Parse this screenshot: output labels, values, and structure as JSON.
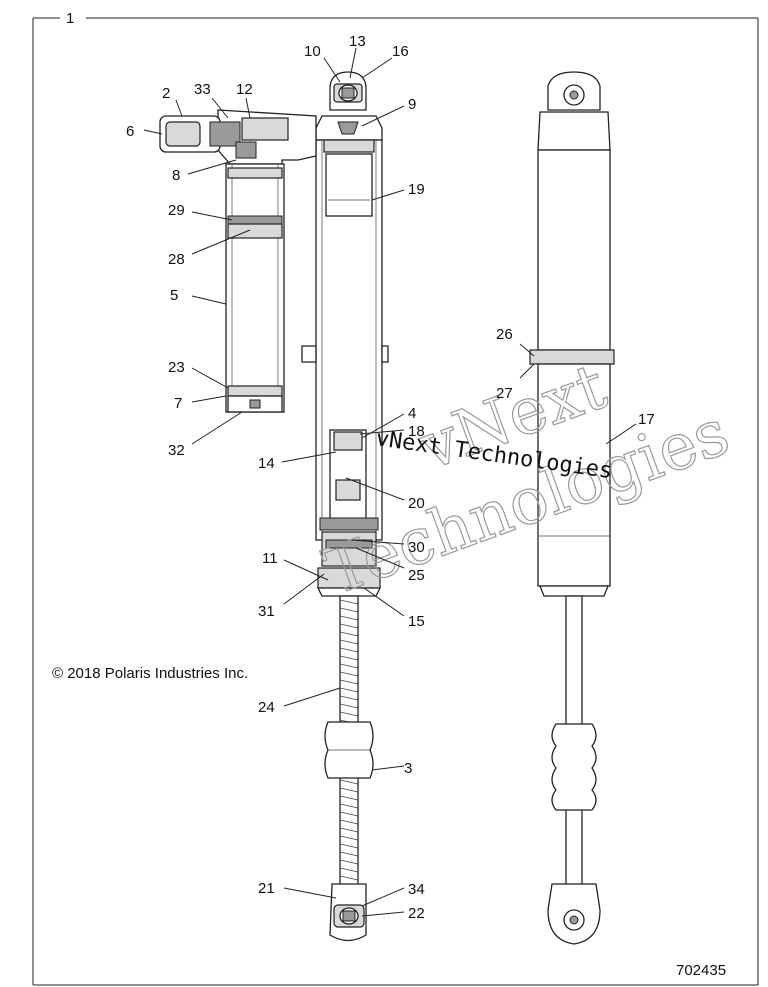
{
  "diagram_number": "702435",
  "copyright": "© 2018 Polaris Industries Inc.",
  "watermark": {
    "line1": "vNext",
    "line2": "Technologies",
    "overlay": "vNext Technologies"
  },
  "callouts": {
    "c1": "1",
    "c2": "2",
    "c3": "3",
    "c4": "4",
    "c5": "5",
    "c6": "6",
    "c7": "7",
    "c8": "8",
    "c9": "9",
    "c10": "10",
    "c11": "11",
    "c12": "12",
    "c13": "13",
    "c14": "14",
    "c15": "15",
    "c16": "16",
    "c17": "17",
    "c18": "18",
    "c19": "19",
    "c20": "20",
    "c21": "21",
    "c22": "22",
    "c23": "23",
    "c24": "24",
    "c25": "25",
    "c26": "26",
    "c27": "27",
    "c28": "28",
    "c29": "29",
    "c30": "30",
    "c31": "31",
    "c32": "32",
    "c33": "33",
    "c34": "34"
  }
}
